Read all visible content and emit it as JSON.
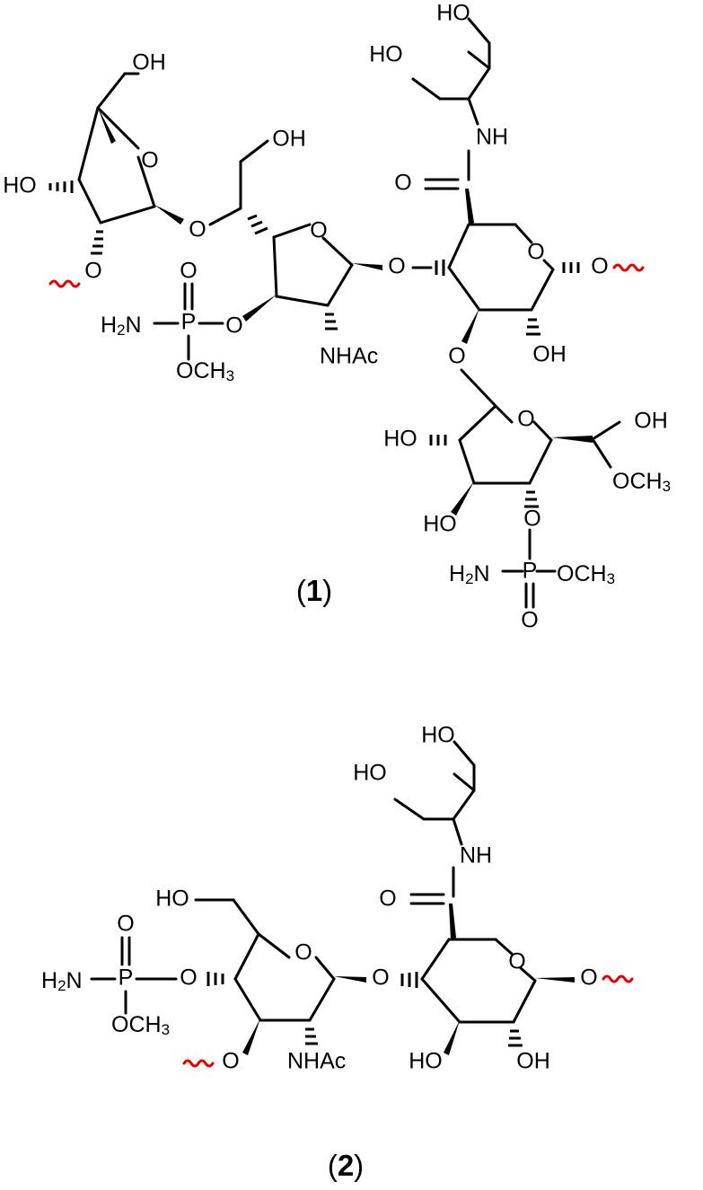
{
  "colors": {
    "ink": "#000000",
    "attachment": "#e00000"
  },
  "compound1": {
    "number_open": "(",
    "number": "1",
    "number_close": ")",
    "labels": {
      "oh_top1": "HO",
      "oh_top2": "HO",
      "nh": "NH",
      "o_carbonyl": "O",
      "oh_furanose_ch2": "OH",
      "ho_furanose": "HO",
      "o_ring1": "O",
      "o_link1": "O",
      "oh_side": "OH",
      "o_ring2": "O",
      "o_link2": "O",
      "o_pyran1": "O",
      "o_anomer1": "O",
      "o_stub": "O",
      "p1_o": "O",
      "p1_p": "P",
      "p1_ester": "O",
      "p1_nh2": "H",
      "p1_nh2_sub": "2",
      "p1_nh2_n": "N",
      "p1_och": "OCH",
      "p1_och_sub": "3",
      "nhac": "NHAc",
      "o_link3": "O",
      "oh_pyran1": "OH",
      "o_pyran2": "O",
      "oh_end": "OH",
      "ho_pyran2": "HO",
      "och3": "OCH",
      "och3_sub": "3",
      "ho_pyran2b": "HO",
      "o_p2": "O",
      "p2_p": "P",
      "p2_nh2": "H",
      "p2_nh2_sub": "2",
      "p2_nh2_n": "N",
      "p2_och": "OCH",
      "p2_och_sub": "3",
      "p2_o": "O"
    }
  },
  "compound2": {
    "number_open": "(",
    "number": "2",
    "number_close": ")",
    "labels": {
      "oh_top1": "HO",
      "oh_top2": "HO",
      "nh": "NH",
      "o_carbonyl": "O",
      "ho_ch2": "HO",
      "o_ring1": "O",
      "o_link": "O",
      "o_ring2": "O",
      "o_anomer": "O",
      "p_o": "O",
      "p_p": "P",
      "p_ester": "O",
      "p_nh2": "H",
      "p_nh2_sub": "2",
      "p_nh2_n": "N",
      "p_och": "OCH",
      "p_och_sub": "3",
      "o_stub": "O",
      "nhac": "NHAc",
      "ho_bottom": "HO",
      "oh_bottom": "OH"
    }
  }
}
